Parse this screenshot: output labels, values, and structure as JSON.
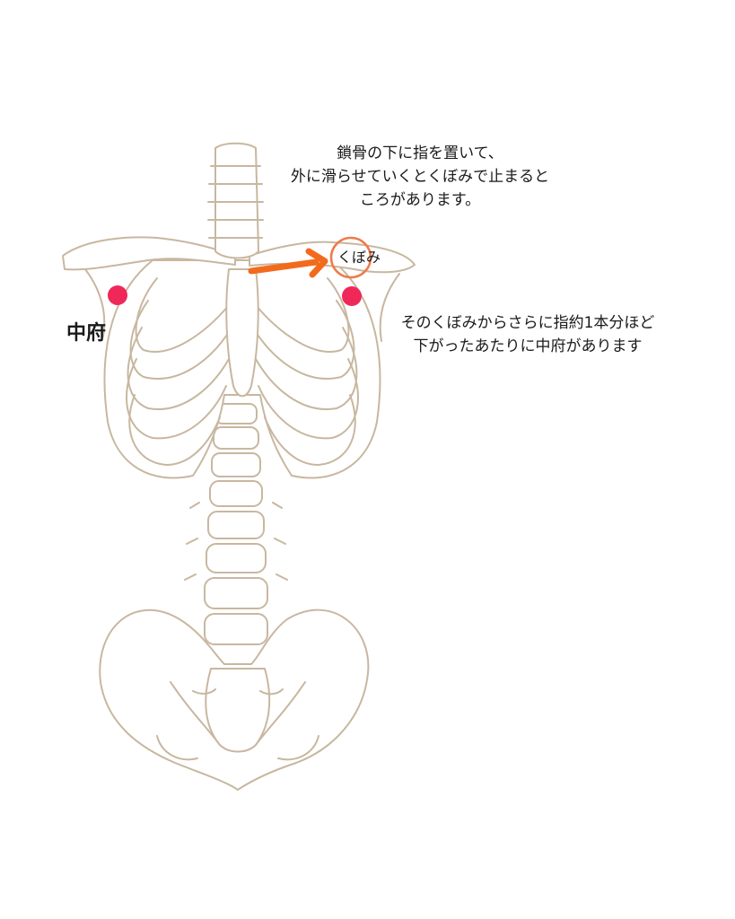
{
  "instruction_top": [
    "鎖骨の下に指を置いて、",
    "外に滑らせていくとくぼみで止まると",
    "ころがあります。"
  ],
  "instruction_bottom": [
    "そのくぼみからさらに指約1本分ほど",
    "下がったあたりに中府があります"
  ],
  "labels": {
    "kubomi": "くぼみ",
    "chufu": "中府"
  },
  "colors": {
    "acupoint": "#f0285a",
    "arrow": "#f26b1d",
    "circle": "#ef7a4a",
    "bone": "#c8b7a0"
  }
}
